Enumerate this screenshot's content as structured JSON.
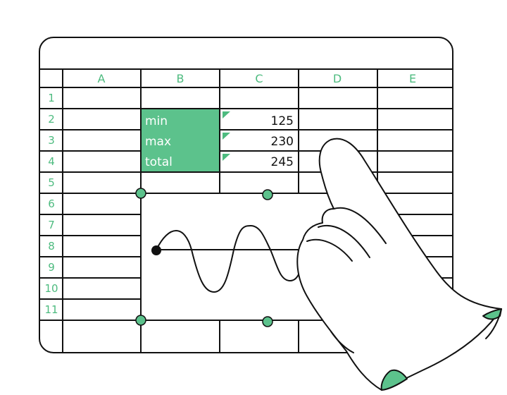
{
  "sheet": {
    "columns": [
      "A",
      "B",
      "C",
      "D",
      "E"
    ],
    "rows": [
      "1",
      "2",
      "3",
      "4",
      "5",
      "6",
      "7",
      "8",
      "9",
      "10",
      "11"
    ],
    "cells": [
      {
        "label": "min",
        "value": "125"
      },
      {
        "label": "max",
        "value": "230"
      },
      {
        "label": "total",
        "value": "245"
      }
    ]
  },
  "colors": {
    "accent": "#5cc28c",
    "accent_text": "#4dbb7f",
    "line": "#111111",
    "paper": "#ffffff"
  },
  "icons": {
    "hand": "pointing-hand-icon",
    "chart": "wave-sparkline-icon",
    "comment_markers": "cell-comment-indicator"
  }
}
